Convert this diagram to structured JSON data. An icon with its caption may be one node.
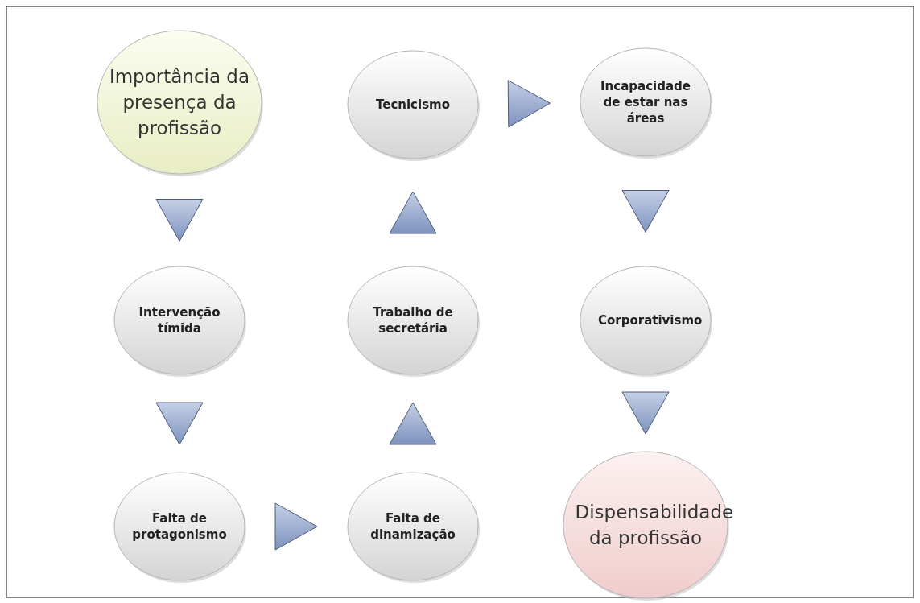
{
  "diagram": {
    "nodes": [
      {
        "text": [
          "Importância da presença da profissão"
        ]
      },
      {
        "text": [
          "Intervenção tímida"
        ]
      },
      {
        "text": [
          "Falta de protagonismo"
        ]
      },
      {
        "text": [
          "Falta de dinamização"
        ]
      },
      {
        "text": [
          "Trabalho de secretária"
        ]
      },
      {
        "text": [
          "Tecnicismo"
        ]
      },
      {
        "text": [
          "Incapacidade de estar nas áreas"
        ]
      },
      {
        "text": [
          "Corporativismo"
        ]
      },
      {
        "text": [
          "Dispensabilidade da profissão"
        ]
      }
    ],
    "edges": [
      {
        "from": 0,
        "to": 1,
        "arrow": "to"
      },
      {
        "from": 1,
        "to": 2,
        "arrow": "to"
      },
      {
        "from": 2,
        "to": 3,
        "arrow": "to"
      },
      {
        "from": 3,
        "to": 4,
        "arrow": "to"
      },
      {
        "from": 4,
        "to": 5,
        "arrow": "to"
      },
      {
        "from": 5,
        "to": 6,
        "arrow": "to"
      },
      {
        "from": 6,
        "to": 7,
        "arrow": "to"
      },
      {
        "from": 7,
        "to": 8,
        "arrow": "to"
      }
    ]
  }
}
